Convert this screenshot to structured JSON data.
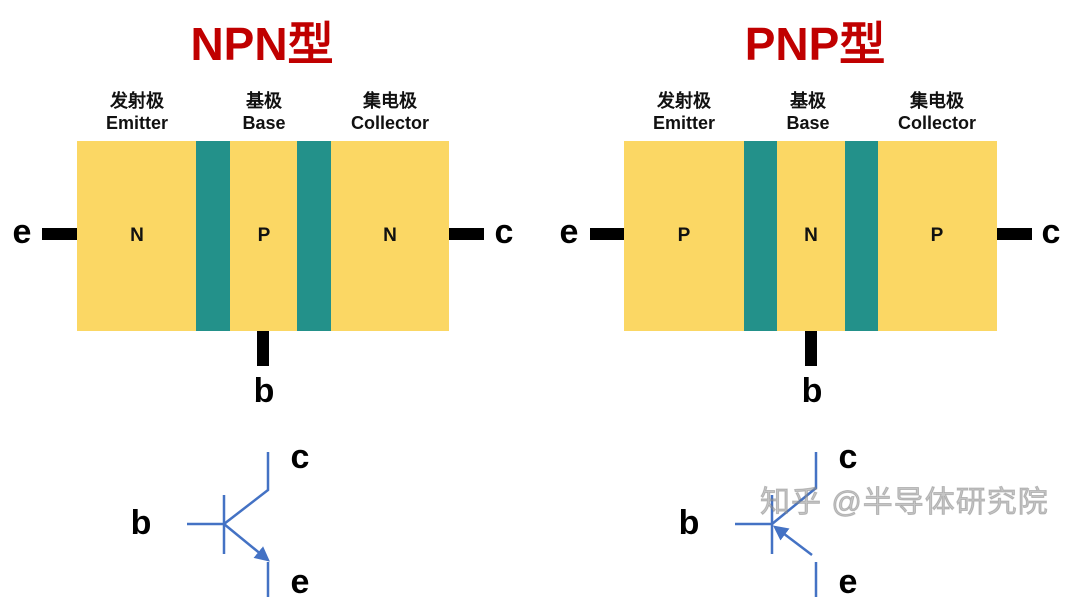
{
  "colors": {
    "title": "#C00000",
    "doped": "#FBD764",
    "junction": "#23918A",
    "symbol": "#4472C4"
  },
  "npn": {
    "title": "NPN型",
    "regions": [
      {
        "cn": "发射极",
        "en": "Emitter",
        "type": "N"
      },
      {
        "cn": "基极",
        "en": "Base",
        "type": "P"
      },
      {
        "cn": "集电极",
        "en": "Collector",
        "type": "N"
      }
    ],
    "terminals": {
      "e": "e",
      "b": "b",
      "c": "c"
    },
    "symbol": {
      "b": "b",
      "c": "c",
      "e": "e"
    }
  },
  "pnp": {
    "title": "PNP型",
    "regions": [
      {
        "cn": "发射极",
        "en": "Emitter",
        "type": "P"
      },
      {
        "cn": "基极",
        "en": "Base",
        "type": "N"
      },
      {
        "cn": "集电极",
        "en": "Collector",
        "type": "P"
      }
    ],
    "terminals": {
      "e": "e",
      "b": "b",
      "c": "c"
    },
    "symbol": {
      "b": "b",
      "c": "c",
      "e": "e"
    }
  },
  "watermark": "知乎 @半导体研究院"
}
